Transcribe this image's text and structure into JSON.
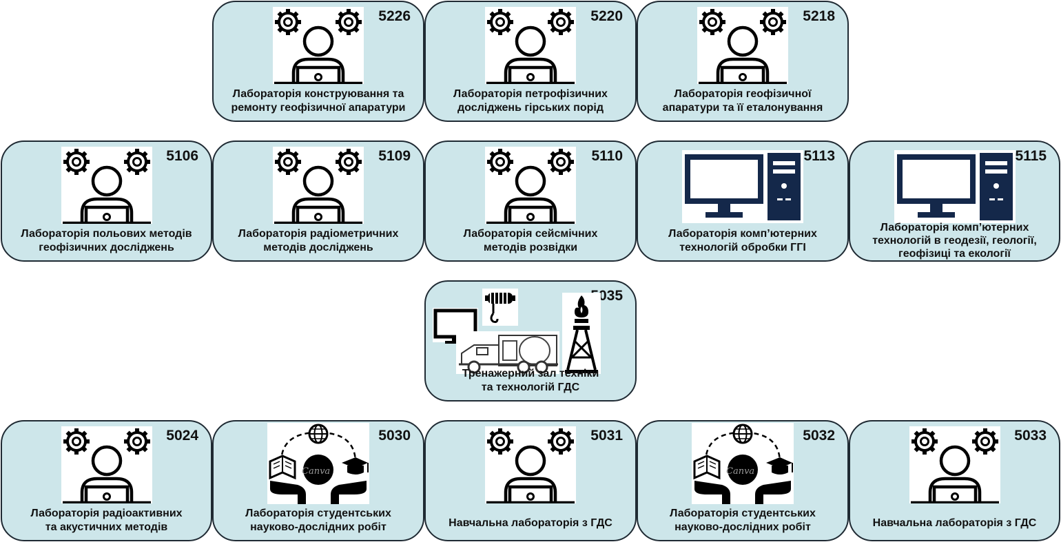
{
  "labs": [
    {
      "id": "lab-5226",
      "number": "5226",
      "icon": "engineer-icon",
      "caption": [
        "Лабораторія конструювання та",
        "ремонту геофізичної апаратури"
      ]
    },
    {
      "id": "lab-5220",
      "number": "5220",
      "icon": "engineer-icon",
      "caption": [
        "Лабораторія петрофізичних",
        "досліджень гірських порід"
      ]
    },
    {
      "id": "lab-5218",
      "number": "5218",
      "icon": "engineer-icon",
      "caption": [
        "Лабораторія геофізичної",
        "апаратури та її еталонування"
      ]
    },
    {
      "id": "lab-5106",
      "number": "5106",
      "icon": "engineer-icon",
      "caption": [
        "Лабораторія польових методів",
        "геофізичних досліджень"
      ]
    },
    {
      "id": "lab-5109",
      "number": "5109",
      "icon": "engineer-icon",
      "caption": [
        "Лабораторія радіометричних",
        "методів досліджень"
      ]
    },
    {
      "id": "lab-5110",
      "number": "5110",
      "icon": "engineer-icon",
      "caption": [
        "Лабораторія сейсмічних",
        "методів розвідки"
      ]
    },
    {
      "id": "lab-5113",
      "number": "5113",
      "icon": "computer-icon",
      "caption": [
        "Лабораторія комп’ютерних",
        "технологій обробки ГГІ"
      ]
    },
    {
      "id": "lab-5115",
      "number": "5115",
      "icon": "computer-icon",
      "caption": [
        "Лабораторія комп’ютерних",
        "технологій  в геодезії, геології,",
        "геофізиці та екології"
      ]
    },
    {
      "id": "hall-5035",
      "number": "5035",
      "icon": "training-hall-icon",
      "caption": [
        "Тренажерний зал техніки",
        "та технологій ГДС"
      ]
    },
    {
      "id": "lab-5024",
      "number": "5024",
      "icon": "engineer-icon",
      "caption": [
        "Лабораторія радіоактивних",
        "та акустичних методів"
      ]
    },
    {
      "id": "lab-5030",
      "number": "5030",
      "icon": "student-research-icon",
      "caption": [
        "Лабораторія студентських",
        "науково-дослідних робіт"
      ]
    },
    {
      "id": "lab-5031",
      "number": "5031",
      "icon": "engineer-icon",
      "caption": [
        "Навчальна лабораторія з ГДС"
      ]
    },
    {
      "id": "lab-5032",
      "number": "5032",
      "icon": "student-research-icon",
      "caption": [
        "Лабораторія студентських",
        "науково-дослідних робіт"
      ]
    },
    {
      "id": "lab-5033",
      "number": "5033",
      "icon": "engineer-icon",
      "caption": [
        "Навчальна лабораторія з ГДС"
      ]
    }
  ],
  "watermark": "Canva",
  "colors": {
    "card": "#cde6ea",
    "border": "#1f2a33",
    "navy": "#14284a"
  }
}
